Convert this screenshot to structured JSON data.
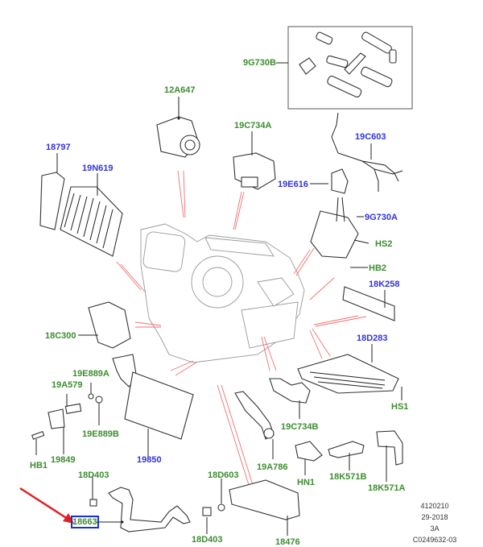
{
  "diagram": {
    "title": "Heater / Air Conditioning Unit Exploded View",
    "labels": [
      {
        "id": "9G730B",
        "text": "9G730B",
        "color": "green"
      },
      {
        "id": "12A647",
        "text": "12A647",
        "color": "green"
      },
      {
        "id": "19C734A",
        "text": "19C734A",
        "color": "green"
      },
      {
        "id": "19C603",
        "text": "19C603",
        "color": "blue"
      },
      {
        "id": "18797",
        "text": "18797",
        "color": "blue"
      },
      {
        "id": "19N619",
        "text": "19N619",
        "color": "blue"
      },
      {
        "id": "19E616",
        "text": "19E616",
        "color": "blue"
      },
      {
        "id": "9G730A",
        "text": "9G730A",
        "color": "blue"
      },
      {
        "id": "HS2",
        "text": "HS2",
        "color": "green"
      },
      {
        "id": "HB2",
        "text": "HB2",
        "color": "green"
      },
      {
        "id": "18K258",
        "text": "18K258",
        "color": "blue"
      },
      {
        "id": "18C300",
        "text": "18C300",
        "color": "green"
      },
      {
        "id": "18D283",
        "text": "18D283",
        "color": "blue"
      },
      {
        "id": "19E889A",
        "text": "19E889A",
        "color": "green"
      },
      {
        "id": "19A579",
        "text": "19A579",
        "color": "green"
      },
      {
        "id": "HS1",
        "text": "HS1",
        "color": "green"
      },
      {
        "id": "19C734B",
        "text": "19C734B",
        "color": "green"
      },
      {
        "id": "19E889B",
        "text": "19E889B",
        "color": "green"
      },
      {
        "id": "HB1",
        "text": "HB1",
        "color": "green"
      },
      {
        "id": "19849",
        "text": "19849",
        "color": "green"
      },
      {
        "id": "19850",
        "text": "19850",
        "color": "blue"
      },
      {
        "id": "19A786",
        "text": "19A786",
        "color": "green"
      },
      {
        "id": "HN1",
        "text": "HN1",
        "color": "green"
      },
      {
        "id": "18K571B",
        "text": "18K571B",
        "color": "green"
      },
      {
        "id": "18K571A",
        "text": "18K571A",
        "color": "green"
      },
      {
        "id": "18D403a",
        "text": "18D403",
        "color": "green"
      },
      {
        "id": "18D603",
        "text": "18D603",
        "color": "green"
      },
      {
        "id": "18663",
        "text": "18663",
        "color": "green",
        "selected": true
      },
      {
        "id": "18D403b",
        "text": "18D403",
        "color": "green"
      },
      {
        "id": "18476",
        "text": "18476",
        "color": "green"
      }
    ],
    "reference": [
      "4120210",
      "29-2018",
      "3A",
      "C0249632-03"
    ],
    "colors": {
      "label_green": "#3c8d2f",
      "label_blue": "#3333dd",
      "highlight_box": "#1a2fd6",
      "pointer_arrow": "#e02020",
      "callout_red": "#f07070"
    }
  }
}
